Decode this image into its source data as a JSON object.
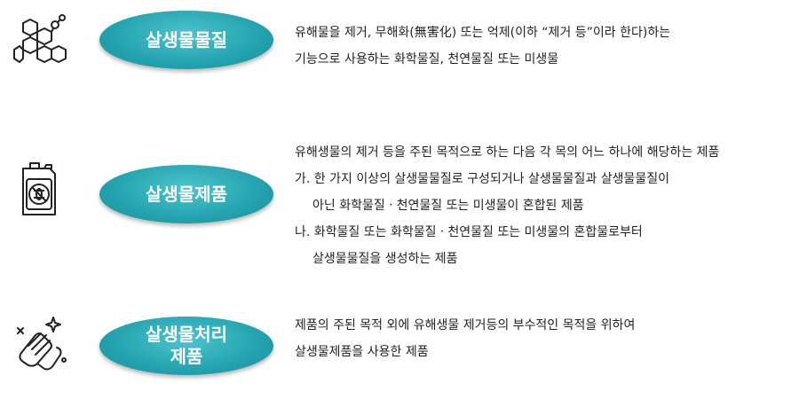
{
  "items": [
    {
      "icon": "molecule-icon",
      "title": [
        "살생물물질"
      ],
      "lines": [
        "유해물을 제거, 무해화(無害化) 또는 억제(이하 “제거 등”이라 한다)하는",
        "기능으로 사용하는 화학물질, 천연물질 또는 미생물"
      ]
    },
    {
      "icon": "pesticide-container-icon",
      "title": [
        "살생물제품"
      ],
      "lines": [
        "유해생물의 제거 등을 주된 목적으로 하는 다음 각 목의 어느 하나에 해당하는 제품",
        "가. 한 가지 이상의 살생물물질로 구성되거나 살생물물질과 살생물물질이",
        "아닌 화학물질ㆍ천연물질 또는 미생물이 혼합된 제품",
        "나. 화학물질 또는 화학물질ㆍ천연물질 또는 미생물의 혼합물로부터",
        "살생물물질을 생성하는 제품"
      ]
    },
    {
      "icon": "clean-hands-icon",
      "title": [
        "살생물처리",
        "제품"
      ],
      "lines": [
        "제품의 주된 목적 외에 유해생물 제거등의 부수적인 목적을 위하여",
        "살생물제품을 사용한 제품"
      ]
    }
  ],
  "colors": {
    "pill": "#22a3af",
    "text": "#222222"
  }
}
